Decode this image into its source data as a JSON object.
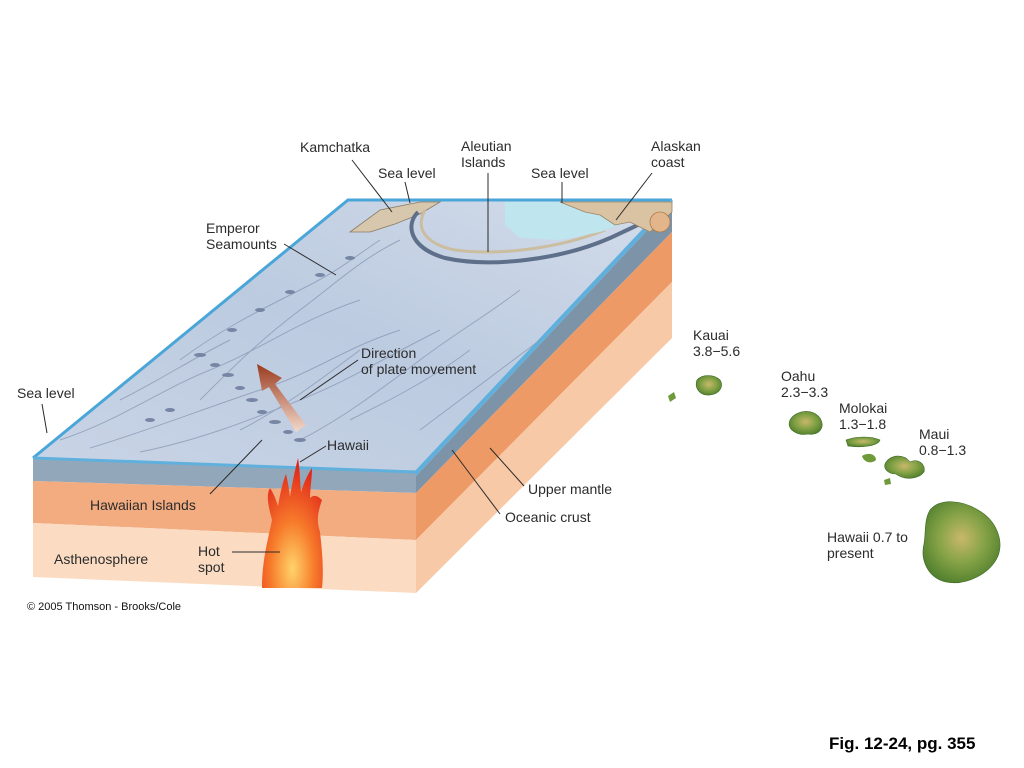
{
  "labels": {
    "kamchatka": "Kamchatka",
    "sea_level_1": "Sea level",
    "aleutian": "Aleutian\nIslands",
    "sea_level_2": "Sea level",
    "alaskan": "Alaskan\ncoast",
    "emperor": "Emperor\nSeamounts",
    "direction": "Direction\nof plate movement",
    "sea_level_3": "Sea level",
    "hawaii": "Hawaii",
    "hawaiian_islands": "Hawaiian Islands",
    "upper_mantle": "Upper mantle",
    "oceanic_crust": "Oceanic crust",
    "asthenosphere": "Asthenosphere",
    "hot_spot": "Hot\nspot"
  },
  "islands": {
    "kauai": "Kauai\n3.8−5.6",
    "oahu": "Oahu\n2.3−3.3",
    "molokai": "Molokai\n1.3−1.8",
    "maui": "Maui\n0.8−1.3",
    "hawaii": "Hawaii 0.7 to\npresent"
  },
  "footer": {
    "copyright": "© 2005 Thomson - Brooks/Cole",
    "figure_ref": "Fig. 12-24, pg. 355"
  },
  "colors": {
    "ocean_surface": "#c7d3e6",
    "water_edge": "#5fb0dc",
    "crust": "#8fa3b6",
    "upper_mantle": "#f0a77a",
    "asthenosphere": "#fad9bd",
    "hot_spot": "#e8351e",
    "island_green": "#6f9a3a"
  }
}
